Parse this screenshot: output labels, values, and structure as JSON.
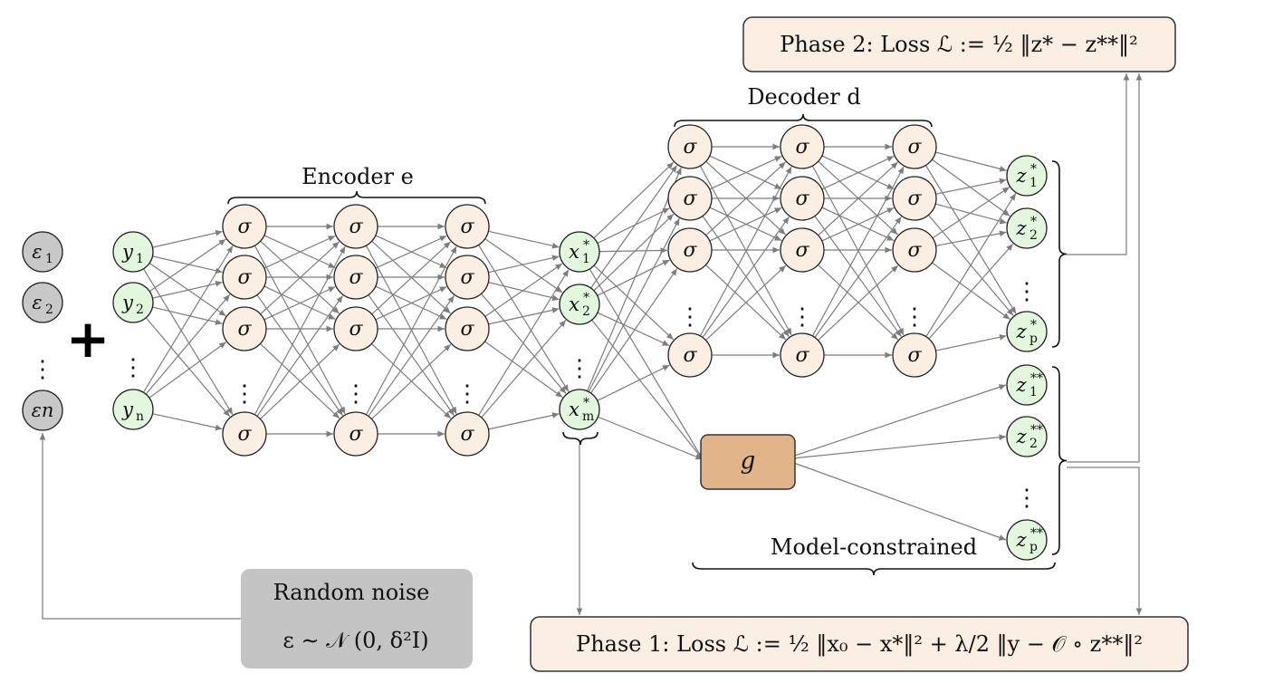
{
  "labels": {
    "encoder": "Encoder e",
    "decoder": "Decoder d",
    "model_constrained": "Model-constrained",
    "g_block": "g",
    "plus": "+",
    "vdots": "⋮"
  },
  "node_symbols": {
    "noise": [
      "ε1",
      "ε2",
      "εn"
    ],
    "input": [
      "y1",
      "y2",
      "yn"
    ],
    "activation": "σ",
    "latent": [
      "x*1",
      "x*2",
      "x*m"
    ],
    "decoder_out": [
      "z*1",
      "z*2",
      "z*p"
    ],
    "model_out": [
      "z**1",
      "z**2",
      "z**p"
    ]
  },
  "phase2": "Phase 2: Loss ℒ := ½ ‖z* − z**‖²",
  "phase1": "Phase 1: Loss ℒ := ½ ‖x₀ − x*‖² + λ/2 ‖y − 𝒪 ∘ z**‖²",
  "noise_box": {
    "line1": "Random noise",
    "line2": "ε ∼ 𝒩 (0, δ²I)"
  },
  "colors": {
    "neuron_fill": "#fbeee2",
    "io_fill": "#e3f7df",
    "noise_fill": "#c8c8c8",
    "g_fill": "#e2b48a",
    "phase_box_fill": "#fbeee2",
    "noise_box_fill": "#c4c4c4",
    "edge": "#7d7d7d"
  }
}
